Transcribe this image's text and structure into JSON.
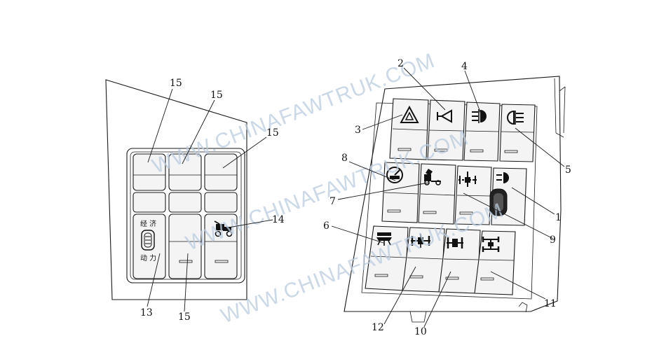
{
  "watermark": "WWW.CHINAFAWTRUK.COM",
  "left_panel": {
    "eco_label": "经 济",
    "power_label": "动 力"
  },
  "callouts": {
    "c1": "1",
    "c2": "2",
    "c3": "3",
    "c4": "4",
    "c5": "5",
    "c6": "6",
    "c7": "7",
    "c8": "8",
    "c9": "9",
    "c10": "10",
    "c11": "11",
    "c12": "12",
    "c13": "13",
    "c14": "14",
    "c15a": "15",
    "c15b": "15",
    "c15c": "15",
    "c15d": "15"
  },
  "icons": [
    "hazard-warning-icon",
    "horn-icon",
    "front-fog-lamp-icon",
    "rear-fog-lamp-icon",
    "rpm-gauge-icon",
    "cab-tilt-icon",
    "differential-lock-icon",
    "work-lamp-icon",
    "axle-lift-icon",
    "inter-axle-lock-icon",
    "inter-wheel-lock-icon",
    "front-axle-drive-icon",
    "pto-tractor-icon",
    "eco-power-rocker-icon"
  ]
}
